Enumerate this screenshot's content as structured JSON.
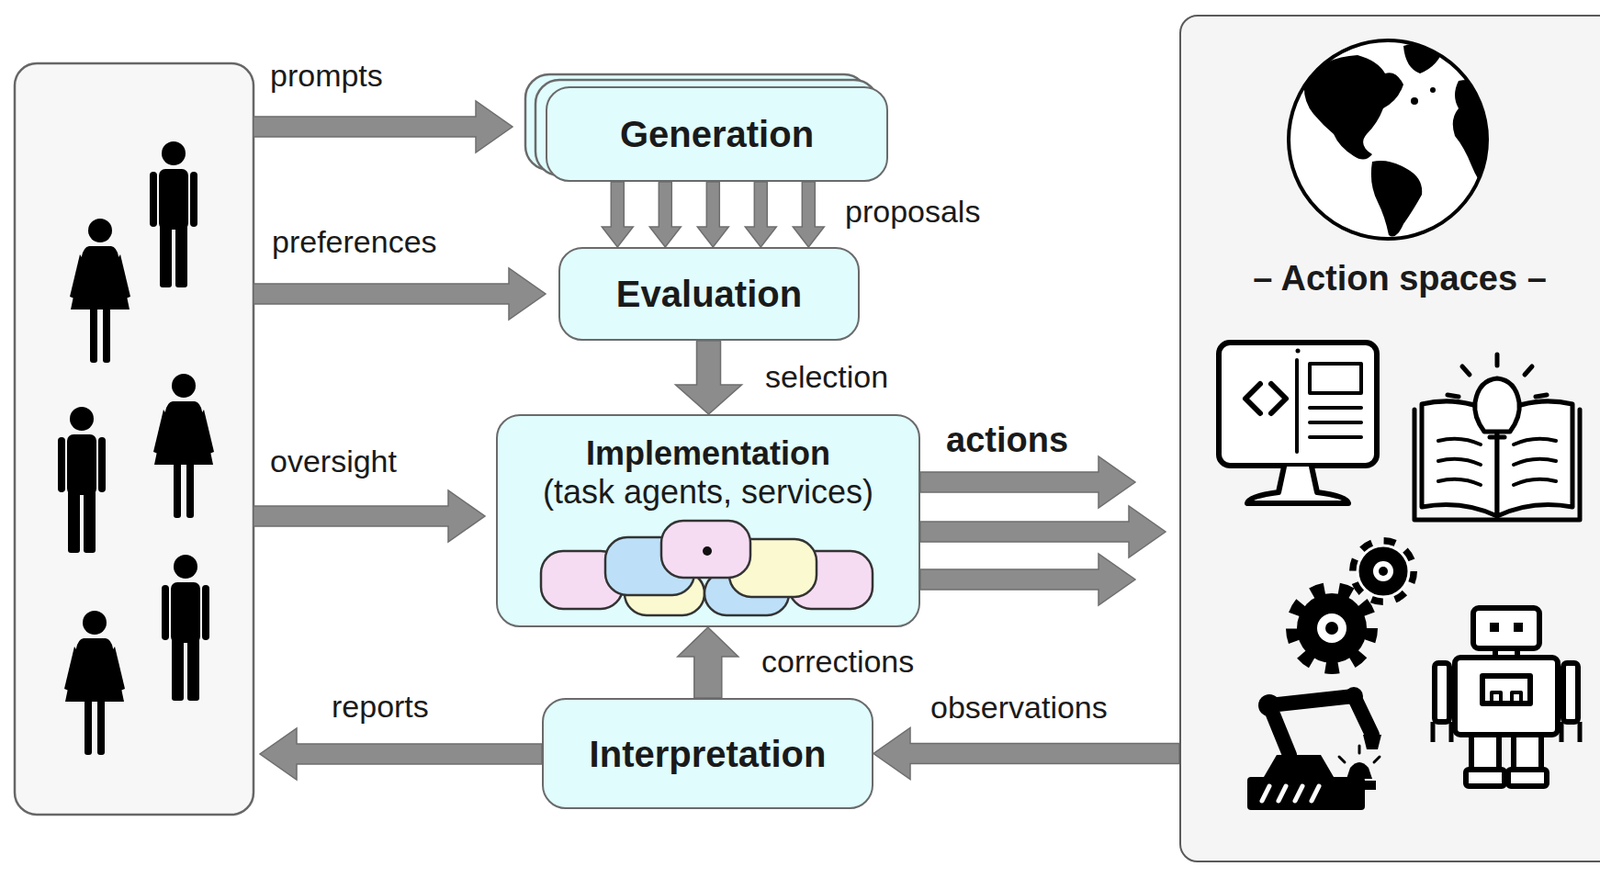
{
  "diagram": {
    "nodes": [
      {
        "text": [
          "Generation"
        ]
      },
      {
        "text": [
          "Evaluation"
        ]
      },
      {
        "text": [
          "Implementation",
          "(task agents, services)"
        ]
      },
      {
        "text": [
          "Interpretation"
        ]
      },
      {
        "text": [
          "– Action spaces –"
        ]
      }
    ],
    "edges": [
      {
        "from": 0,
        "to": 1,
        "arrow": "to",
        "label": "proposals"
      },
      {
        "from": 1,
        "to": 2,
        "arrow": "to",
        "label": "selection"
      },
      {
        "from": 2,
        "to": 4,
        "arrow": "to",
        "label": "actions"
      },
      {
        "from": 4,
        "to": 3,
        "arrow": "to",
        "label": "observations"
      },
      {
        "from": 3,
        "to": 2,
        "arrow": "to",
        "label": "corrections"
      }
    ],
    "labels": [
      "prompts",
      "preferences",
      "oversight",
      "reports"
    ]
  }
}
